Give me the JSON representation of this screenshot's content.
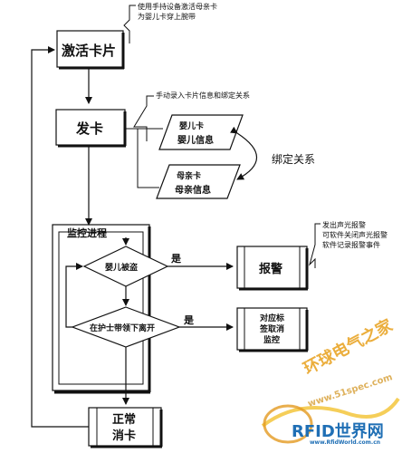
{
  "nodes": {
    "activate": "激活卡片",
    "issue": "发卡",
    "monitor_title": "监控进程",
    "baby_stolen": "婴儿被盗",
    "nurse_leave": "在护士带领下离开",
    "alarm": "报警",
    "cancel_line1": "对应标",
    "cancel_line2": "签取消",
    "cancel_line3": "监控",
    "normal_line1": "正常",
    "normal_line2": "消卡"
  },
  "data_cards": {
    "baby_card_line1": "婴儿卡",
    "baby_card_line2": "婴儿信息",
    "mother_card_line1": "母亲卡",
    "mother_card_line2": "母亲信息"
  },
  "edges": {
    "yes_1": "是",
    "yes_2": "是",
    "bind": "绑定关系"
  },
  "notes": {
    "activate_line1": "使用手持设备激活母亲卡",
    "activate_line2": "为婴儿卡穿上腕带",
    "issue_note": "手动录入卡片信息和绑定关系",
    "alarm_line1": "发出声光报警",
    "alarm_line2": "可软件关闭声光报警",
    "alarm_line3": "软件记录报警事件"
  },
  "watermark": {
    "site": "环球电气之家",
    "url": "www.51spec.com",
    "brand": "RFID世界网",
    "brand_url": "www.RfidWorld.com.cn"
  }
}
